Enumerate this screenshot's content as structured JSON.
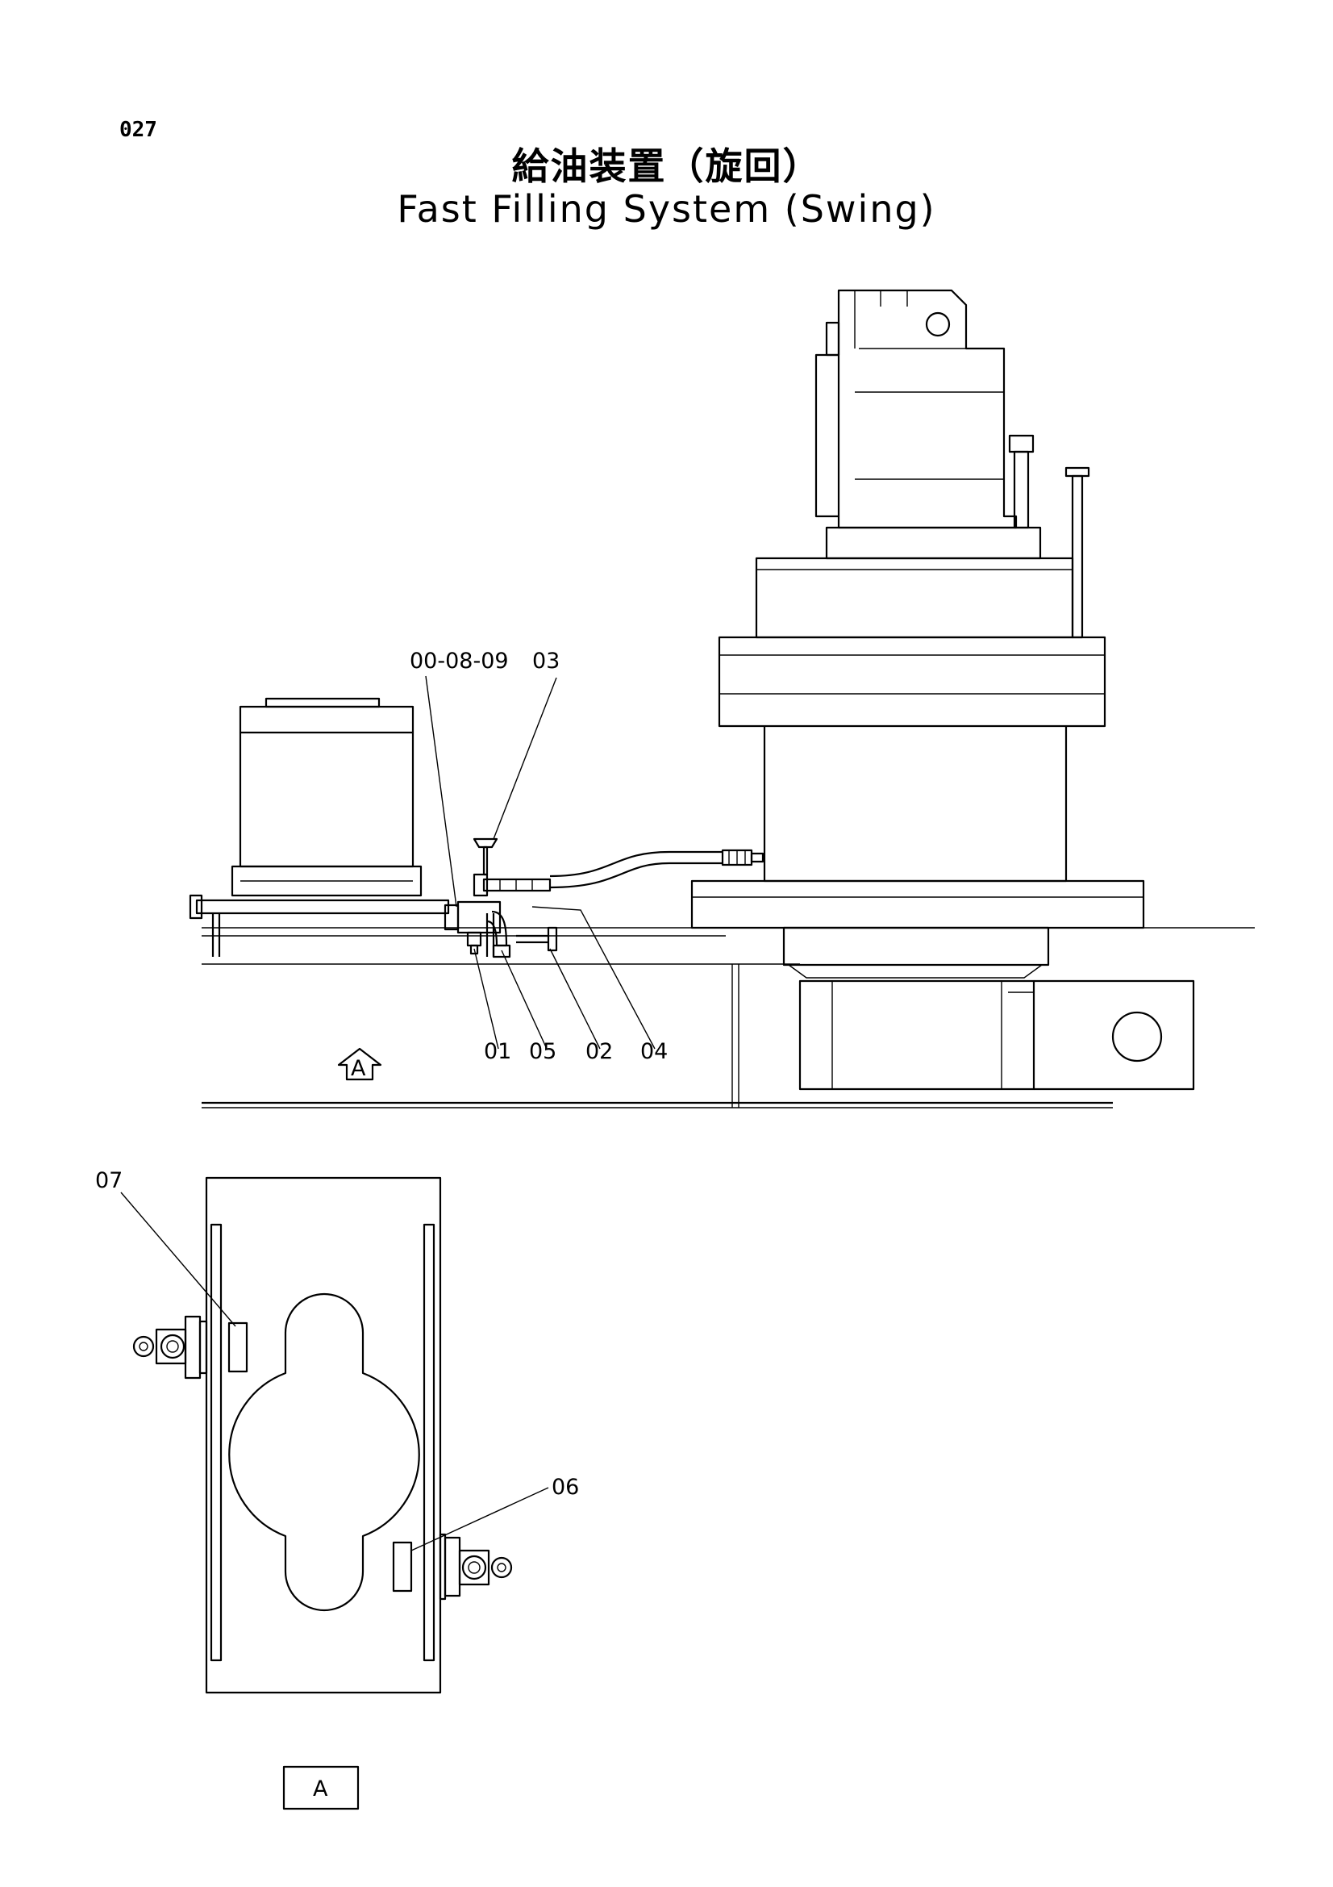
{
  "header": {
    "page_number": "027",
    "title_jp": "給油装置（旋回）",
    "title_en": "Fast Filling System (Swing)"
  },
  "callouts": [
    {
      "id": "c-00-08-09",
      "text": "00-08-09"
    },
    {
      "id": "c-03",
      "text": "03"
    },
    {
      "id": "c-01",
      "text": "01"
    },
    {
      "id": "c-05",
      "text": "05"
    },
    {
      "id": "c-02",
      "text": "02"
    },
    {
      "id": "c-04",
      "text": "04"
    },
    {
      "id": "c-07",
      "text": "07"
    },
    {
      "id": "c-06",
      "text": "06"
    }
  ],
  "view_markers": {
    "arrow_label": "A",
    "view_box_label": "A"
  }
}
